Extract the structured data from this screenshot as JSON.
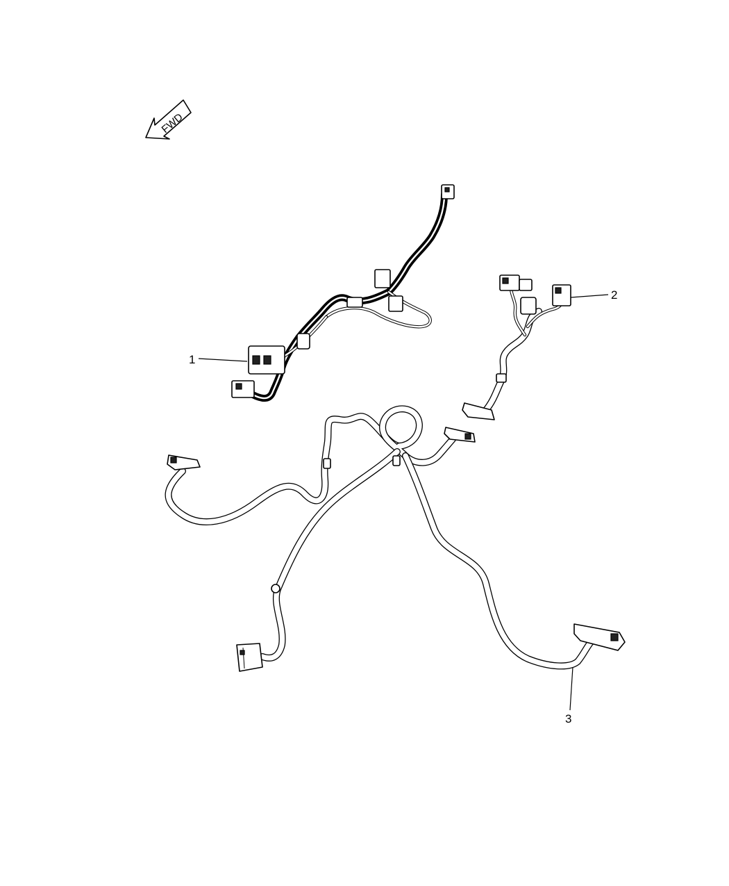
{
  "orientation": {
    "arrow_label": "FWD",
    "icon": "forward-arrow-icon"
  },
  "callouts": [
    {
      "number": "1"
    },
    {
      "number": "2"
    },
    {
      "number": "3"
    }
  ]
}
